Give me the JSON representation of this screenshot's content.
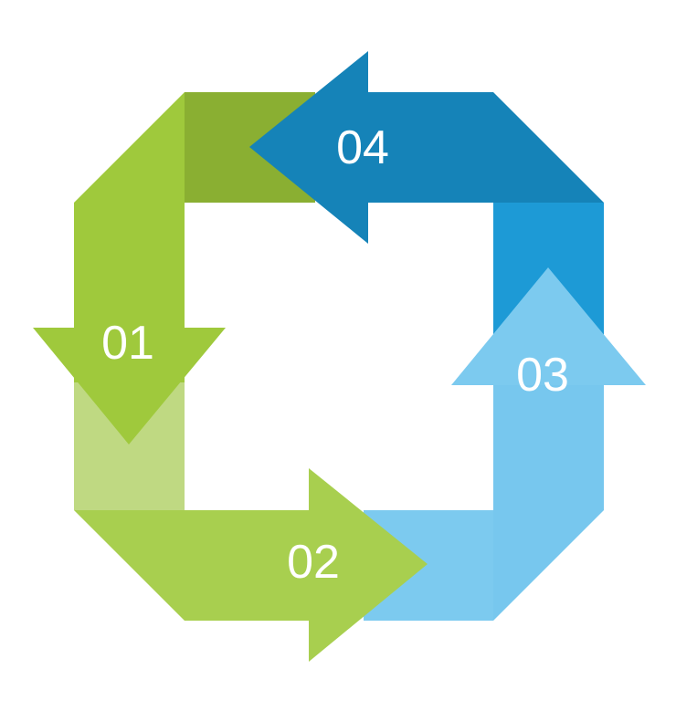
{
  "diagram": {
    "type": "cycle",
    "steps": [
      {
        "id": "step-1",
        "label": "01",
        "direction": "down",
        "color": "#9fc93c",
        "segment_color": "#bfd982",
        "corner_color": "#8aaf32"
      },
      {
        "id": "step-2",
        "label": "02",
        "direction": "right",
        "color": "#a8cf4f"
      },
      {
        "id": "step-3",
        "label": "03",
        "direction": "up",
        "color": "#7ccaef",
        "segment_color": "#1d9ad6"
      },
      {
        "id": "step-4",
        "label": "04",
        "direction": "left",
        "color": "#1583b8"
      }
    ]
  }
}
